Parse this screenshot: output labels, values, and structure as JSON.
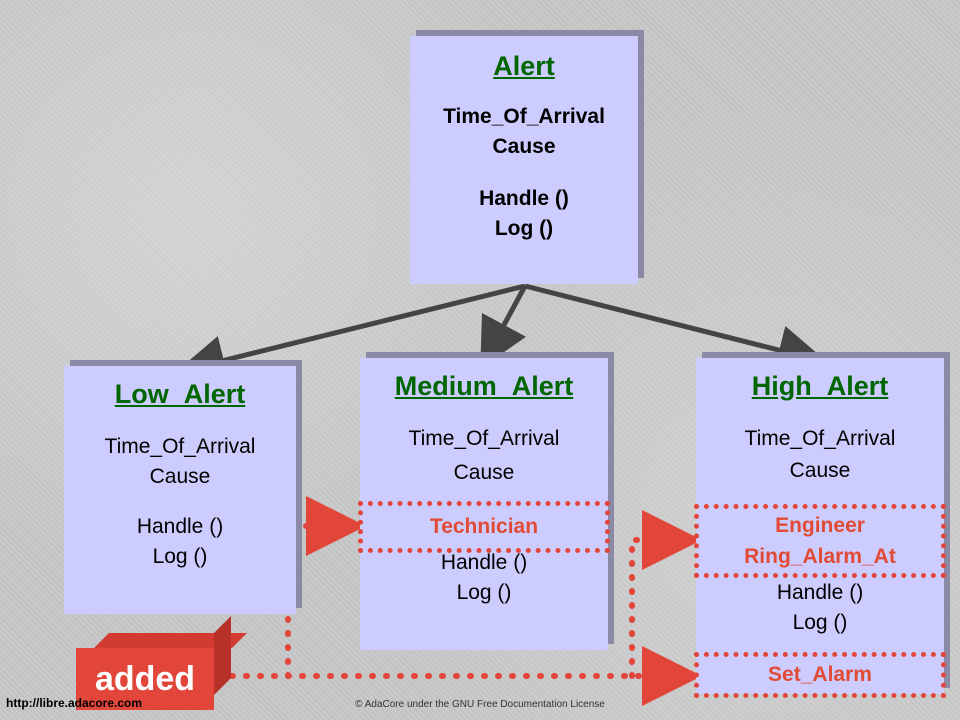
{
  "diagram": {
    "top_box": {
      "title": "Alert",
      "attr1": "Time_Of_Arrival",
      "attr2": "Cause",
      "meth1": "Handle ()",
      "meth2": "Log ()"
    },
    "low_box": {
      "title": "Low_Alert",
      "attr1": "Time_Of_Arrival",
      "attr2": "Cause",
      "meth1": "Handle ()",
      "meth2": "Log ()"
    },
    "medium_box": {
      "title": "Medium_Alert",
      "attr1": "Time_Of_Arrival",
      "attr2": "Cause",
      "added_field": "Technician",
      "meth1": "Handle ()",
      "meth2": "Log ()"
    },
    "high_box": {
      "title": "High_Alert",
      "attr1": "Time_Of_Arrival",
      "attr2": "Cause",
      "added_field1": "Engineer",
      "added_field2": "Ring_Alarm_At",
      "meth1": "Handle ()",
      "meth2": "Log ()",
      "added_method": "Set_Alarm"
    },
    "added_label": "added"
  },
  "footer": {
    "left_text": "http://libre.adacore.com",
    "center_text": "© AdaCore under the GNU Free Documentation License"
  },
  "colors": {
    "box_fill": "#ccccff",
    "title_green": "#006600",
    "accent_red": "#e2463a",
    "arrow_gray": "#444444"
  }
}
